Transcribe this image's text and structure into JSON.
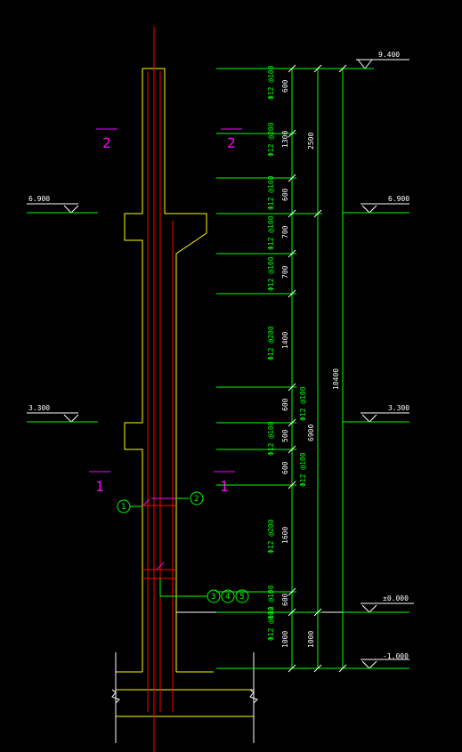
{
  "levels": {
    "top": "9.400",
    "l6900_left": "6.900",
    "l6900_right": "6.900",
    "l3300_left": "3.300",
    "l3300_right": "3.300",
    "ground": "±0.000",
    "bottom": "-1.000"
  },
  "sections": {
    "s2_left": "2",
    "s2_right": "2",
    "s1_left": "1",
    "s1_right": "1"
  },
  "dimensions": {
    "inner": [
      "600",
      "1300",
      "600",
      "700",
      "700",
      "1400",
      "600",
      "500",
      "600",
      "1600",
      "600",
      "1000"
    ],
    "middle_2500": "2500",
    "middle_6900": "6900",
    "middle_1000": "1000",
    "total": "10400"
  },
  "rebar": {
    "r1": "Φ12 @100",
    "r2": "Φ12 @200",
    "r3": "Φ12 @100",
    "r4": "Φ12 @100",
    "r5": "Φ12 @100",
    "r6": "Φ12 @200",
    "r7": "Φ12 @100",
    "r8": "Φ12 @100",
    "r9": "Φ12 @100",
    "r10": "Φ12 @200",
    "r11": "Φ12 @100",
    "r12": "Φ12 @100"
  },
  "tags": {
    "t1": "1",
    "t2": "2",
    "t3": "3",
    "t4": "4",
    "t5": "5"
  },
  "colors": {
    "background": "#000000",
    "concrete": "#ffff00",
    "rebar": "#ff0000",
    "dimension": "#00ff00",
    "section": "#ff00ff",
    "text": "#ffffff"
  }
}
